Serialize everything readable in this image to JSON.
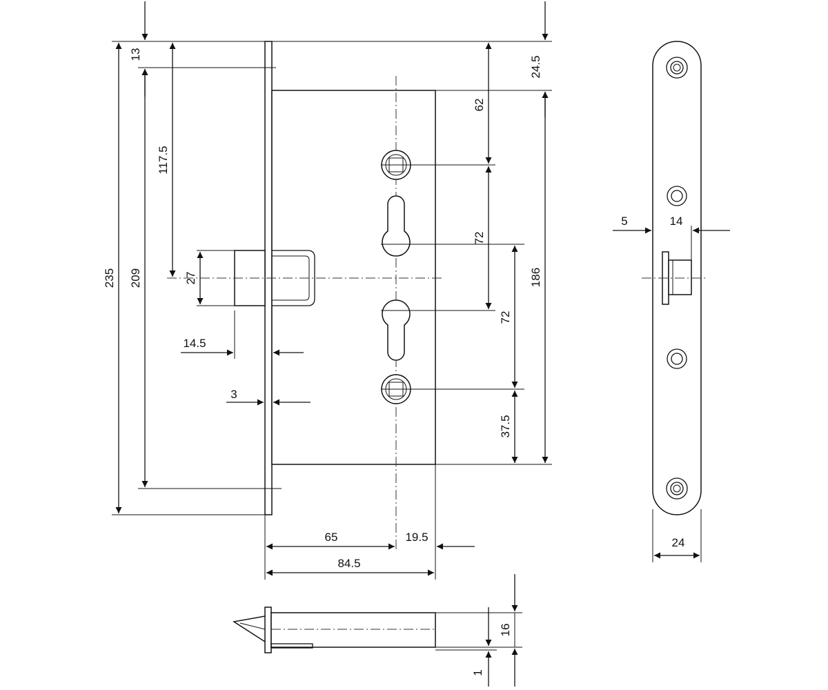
{
  "drawing": {
    "front_view": {
      "overall_height": "235",
      "fixing_span": "209",
      "top_to_fixing": "13",
      "top_to_bolt_axis": "117.5",
      "bolt_height": "27",
      "bolt_projection": "14.5",
      "faceplate_thickness": "3",
      "faceplate_to_case_top": "24.5",
      "case_top_to_spindle": "62",
      "spindle_to_cylinder_1": "72",
      "case_height": "186",
      "cylinder_to_spindle": "72",
      "spindle_to_case_bottom": "37.5",
      "backset": "65",
      "spindle_to_case_back": "19.5",
      "case_depth": "84.5"
    },
    "side_view": {
      "faceplate_offset": "5",
      "bolt_width": "14",
      "faceplate_width": "24"
    },
    "bottom_view": {
      "bolt_height": "16",
      "clearance": "1"
    }
  }
}
